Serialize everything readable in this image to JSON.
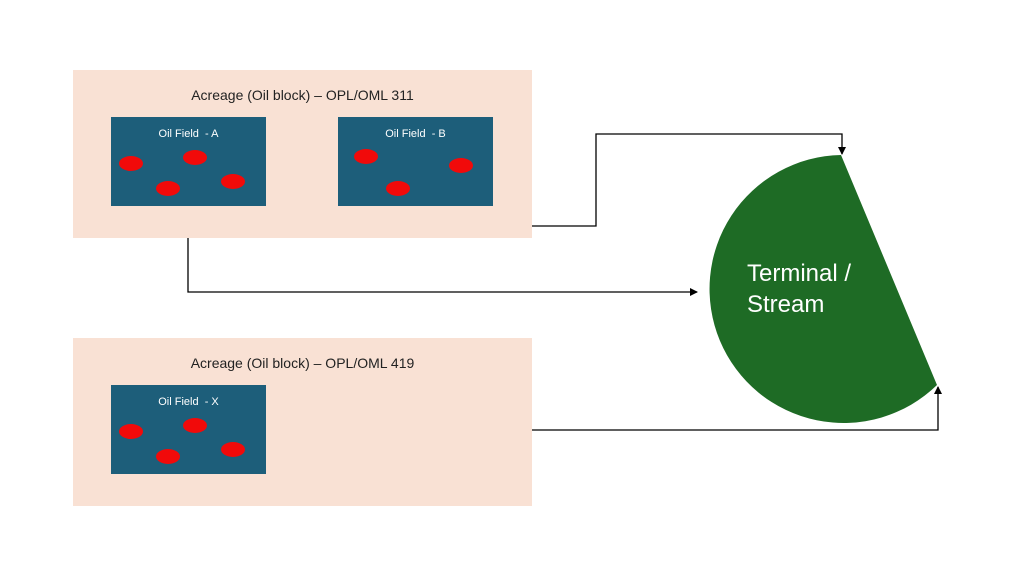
{
  "acreages": [
    {
      "title": "Acreage (Oil block) – OPL/OML 311"
    },
    {
      "title": "Acreage (Oil block) – OPL/OML 419"
    }
  ],
  "fields": [
    {
      "label": "Oil Field  - A"
    },
    {
      "label": "Oil Field  - B"
    },
    {
      "label": "Oil Field  - X"
    }
  ],
  "terminal": {
    "label_line1": "Terminal /",
    "label_line2": "Stream"
  },
  "colors": {
    "acreage_fill": "#f9e1d4",
    "field_fill": "#1d5e7a",
    "well_marker": "#f10a0a",
    "terminal_fill": "#1e6b25",
    "connector": "#000000"
  }
}
